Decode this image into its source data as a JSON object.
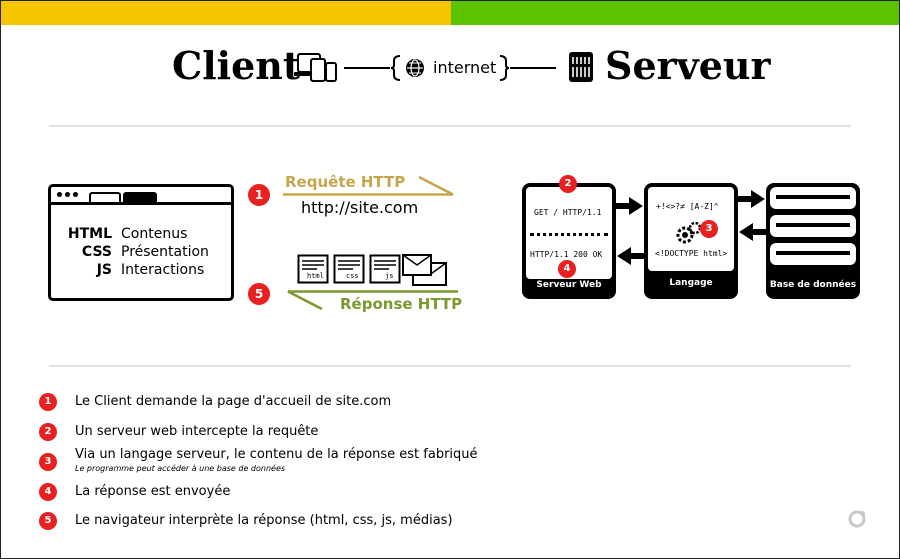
{
  "header": {
    "client_title": "Client",
    "server_title": "Serveur",
    "internet_label": "internet"
  },
  "colors": {
    "bar_left": "#f7c400",
    "bar_right": "#5cc300",
    "badge": "#e8201f",
    "request": "#c7a54a",
    "response": "#7a9a2e"
  },
  "browser": {
    "rows": [
      {
        "tech": "HTML",
        "role": "Contenus"
      },
      {
        "tech": "CSS",
        "role": "Présentation"
      },
      {
        "tech": "JS",
        "role": "Interactions"
      }
    ]
  },
  "request": {
    "step": "1",
    "label": "Requête HTTP",
    "url": "http://site.com"
  },
  "response": {
    "step": "5",
    "label": "Réponse HTTP",
    "files": [
      "html",
      "css",
      "js"
    ]
  },
  "server": {
    "web": {
      "step_in": "2",
      "step_out": "4",
      "request_line": "GET / HTTP/1.1",
      "response_line": "HTTP/1.1 200 OK",
      "caption": "Serveur Web"
    },
    "language": {
      "step": "3",
      "symbols": "+!<>?≠ [A-Z]^",
      "doctype": "<!DOCTYPE html>",
      "caption": "Langage"
    },
    "database": {
      "caption": "Base de données"
    }
  },
  "legend": [
    {
      "num": "1",
      "text": "Le Client demande la page d'accueil de site.com"
    },
    {
      "num": "2",
      "text": "Un serveur web intercepte la requête"
    },
    {
      "num": "3",
      "text": "Via un langage serveur, le contenu de la réponse est fabriqué",
      "sub": "Le programme peut accéder à une base de données"
    },
    {
      "num": "4",
      "text": "La réponse est envoyée"
    },
    {
      "num": "5",
      "text": "Le navigateur interprète la réponse (html, css, js, médias)"
    }
  ]
}
